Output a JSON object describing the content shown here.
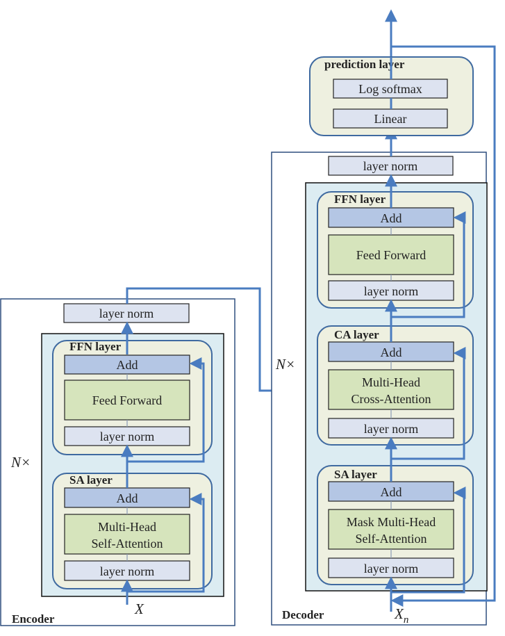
{
  "encoder": {
    "label": "Encoder",
    "repeat": "N×",
    "input": "X",
    "final_norm": "layer norm",
    "ffn": {
      "title": "FFN layer",
      "add": "Add",
      "ff": "Feed Forward",
      "norm": "layer norm"
    },
    "sa": {
      "title": "SA layer",
      "add": "Add",
      "attn_line1": "Multi-Head",
      "attn_line2": "Self-Attention",
      "norm": "layer norm"
    }
  },
  "decoder": {
    "label": "Decoder",
    "repeat": "N×",
    "input_base": "X",
    "input_sub": "n",
    "final_norm": "layer norm",
    "ffn": {
      "title": "FFN layer",
      "add": "Add",
      "ff": "Feed Forward",
      "norm": "layer norm"
    },
    "ca": {
      "title": "CA layer",
      "add": "Add",
      "attn_line1": "Multi-Head",
      "attn_line2": "Cross-Attention",
      "norm": "layer norm"
    },
    "sa": {
      "title": "SA layer",
      "add": "Add",
      "attn_line1": "Mask Multi-Head",
      "attn_line2": "Self-Attention",
      "norm": "layer norm"
    }
  },
  "prediction": {
    "title": "prediction layer",
    "softmax": "Log softmax",
    "linear": "Linear"
  },
  "colors": {
    "arrow": "#4a7cc0",
    "outer_stroke": "#2f4f7f",
    "stack_fill": "#dcecf2",
    "rounded_fill": "#eef0e0",
    "rounded_stroke": "#3f6aa0",
    "norm_fill": "#dde3f0",
    "add_fill": "#b4c6e4",
    "attn_fill": "#d6e4bc"
  }
}
